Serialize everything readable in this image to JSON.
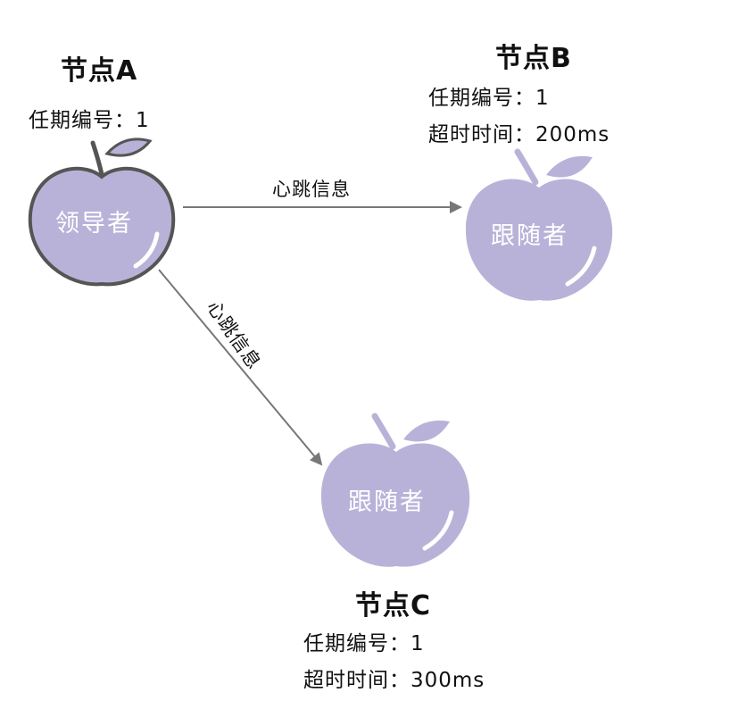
{
  "nodes": {
    "a": {
      "title": "节点A",
      "term": "任期编号：1",
      "role": "领导者"
    },
    "b": {
      "title": "节点B",
      "term": "任期编号：1",
      "timeout": "超时时间：200ms",
      "role": "跟随者"
    },
    "c": {
      "title": "节点C",
      "term": "任期编号：1",
      "timeout": "超时时间：300ms",
      "role": "跟随者"
    }
  },
  "edges": {
    "a_to_b": "心跳信息",
    "a_to_c": "心跳信息"
  },
  "colors": {
    "apple_fill": "#b9b2d8",
    "apple_outline": "#555555",
    "arrow": "#777777",
    "label_white": "#ffffff"
  },
  "icons": {
    "apple": "apple-icon",
    "arrow": "arrow-icon"
  }
}
